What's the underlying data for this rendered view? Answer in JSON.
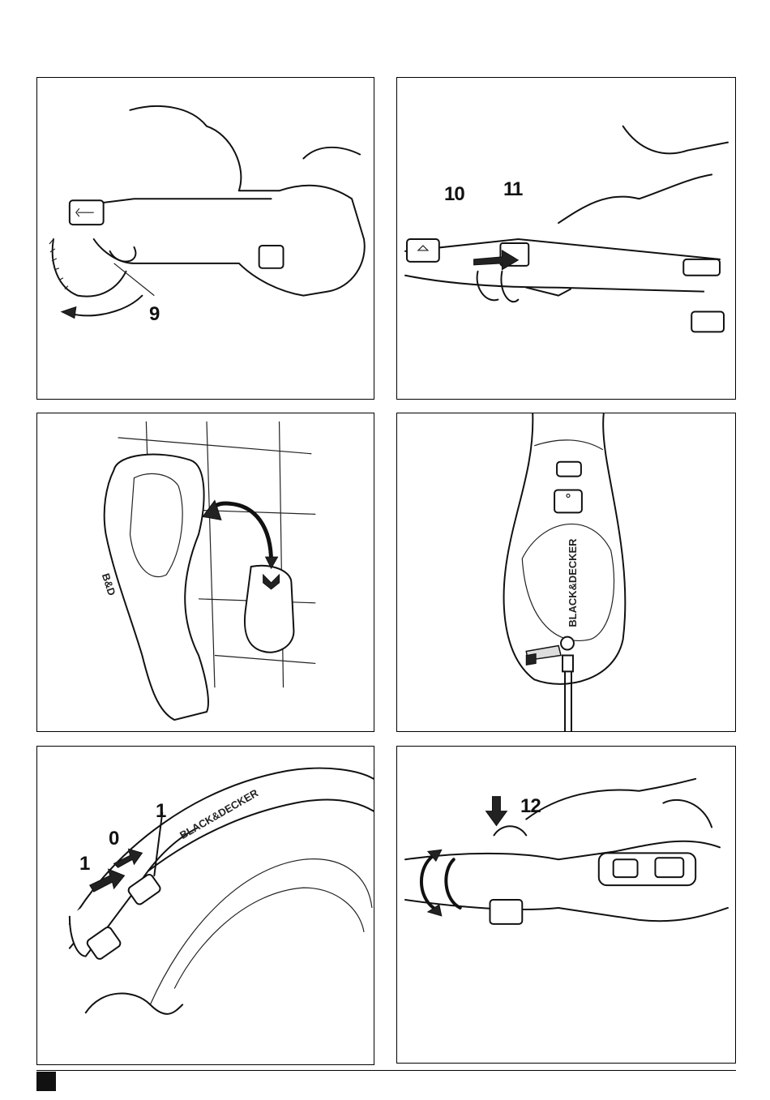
{
  "panels": [
    {
      "labels": [
        "9"
      ]
    },
    {
      "labels": [
        "10",
        "11"
      ]
    },
    {
      "labels": []
    },
    {
      "labels": [],
      "brand": "BLACK&DECKER"
    },
    {
      "labels": [
        "1",
        "0",
        "1"
      ],
      "brand": "BLACK&DECKER"
    },
    {
      "labels": [
        "12"
      ]
    }
  ]
}
